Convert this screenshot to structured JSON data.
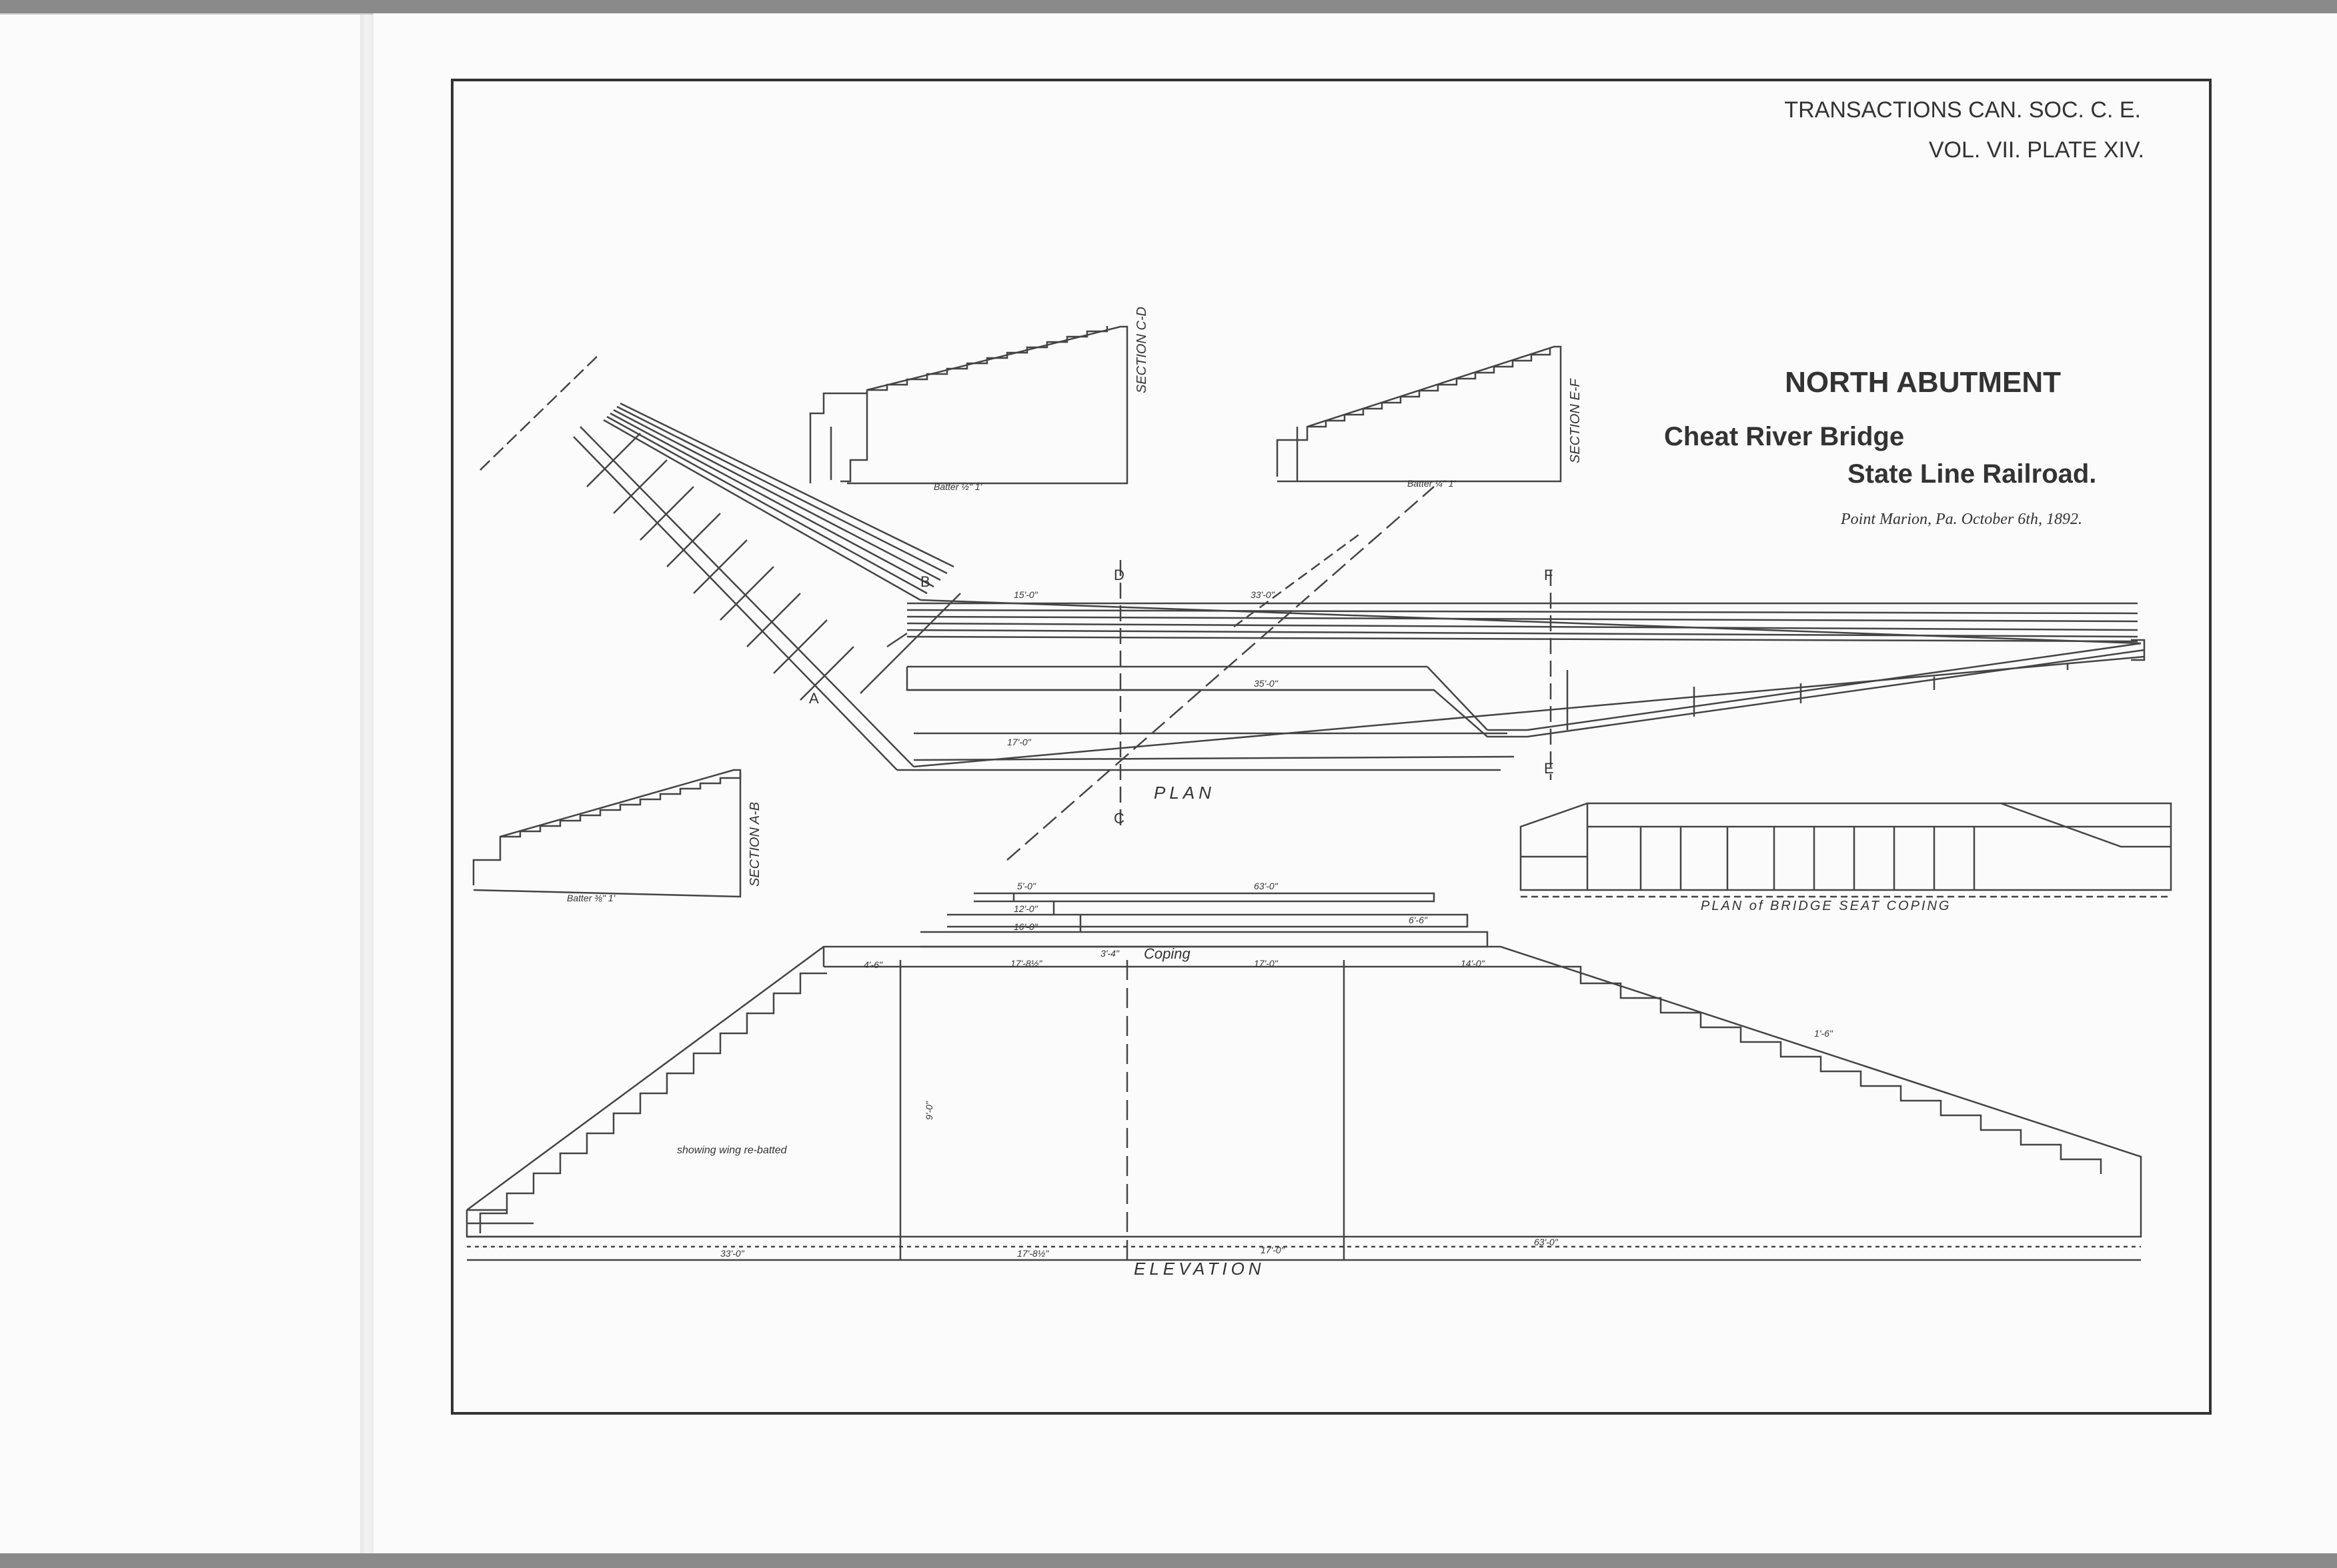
{
  "header": {
    "journal": "TRANSACTIONS CAN. SOC. C. E.",
    "volume": "VOL. VII. PLATE XIV."
  },
  "title": {
    "main": "NORTH ABUTMENT",
    "bridge": "Cheat River Bridge",
    "railroad": "State Line Railroad.",
    "place_date": "Point Marion, Pa.      October 6th, 1892."
  },
  "views": {
    "plan": "PLAN",
    "elevation": "ELEVATION",
    "coping_plan": "PLAN of BRIDGE SEAT COPING",
    "section_ab": "SECTION A-B",
    "section_cd": "SECTION C-D",
    "section_ef": "SECTION E-F",
    "coping": "Coping",
    "wing_note": "showing wing re-batted"
  },
  "labels": {
    "a": "A",
    "b": "B",
    "c": "C",
    "d": "D",
    "e": "E",
    "f": "F",
    "batter_1": "Batter ½\" 1'",
    "batter_2": "Batter ¼\" 1'",
    "batter_3": "Batter ⅜\" 1'"
  },
  "dimensions": {
    "d1": "15'-0\"",
    "d2": "33'-0\"",
    "d3": "17'-0\"",
    "d4": "35'-0\"",
    "d5": "5'-0\"",
    "d6": "12'-0\"",
    "d7": "16'-0\"",
    "d8": "63'-0\"",
    "d9": "17'-8½\"",
    "d10": "17'-0\"",
    "d11": "14'-0\"",
    "d12": "4'-6\"",
    "d13": "33'-0\"",
    "d14": "17'-8½\"",
    "d15": "17'-0\"",
    "d16": "63'-0\"",
    "d17": "9'-0\"",
    "d18": "3'-4\"",
    "d19": "1'-6\"",
    "d20": "6'-6\""
  }
}
